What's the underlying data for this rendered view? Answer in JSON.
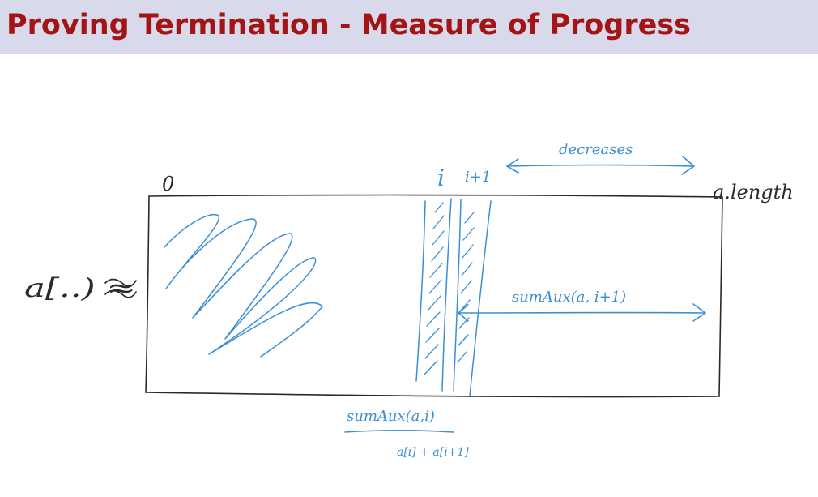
{
  "slide": {
    "title": "Proving Termination - Measure of Progress"
  },
  "diagram": {
    "array_label": "a[..) ≈",
    "index_zero": "0",
    "index_i": "i",
    "index_i_plus_1": "i+1",
    "end_label": "a.length",
    "decreases_label": "decreases",
    "suffix_sum_label": "sumAux(a, i+1)",
    "sum_at_i_label": "sumAux(a,i)",
    "element_sum_label": "a[i] + a[i+1]"
  },
  "colors": {
    "title_text": "#a31515",
    "title_bar": "#d9d9ec",
    "ink": "#2a2a2a",
    "pen": "#3a8fd6"
  }
}
